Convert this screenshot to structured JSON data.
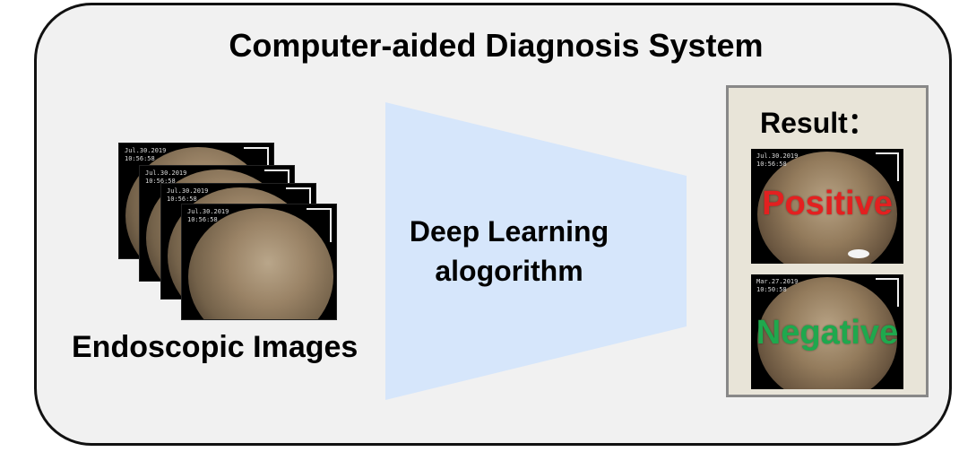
{
  "title": "Computer-aided Diagnosis System",
  "input": {
    "label": "Endoscopic Images",
    "image_meta": [
      "Jul.30.2019",
      "10:56:58"
    ]
  },
  "algorithm": {
    "line1": "Deep Learning",
    "line2": "alogorithm",
    "color": "#d6e6fb"
  },
  "result": {
    "title": "Result：",
    "positive": {
      "label": "Positive",
      "color": "#e32020",
      "meta": [
        "Jul.30.2019",
        "10:56:58"
      ]
    },
    "negative": {
      "label": "Negative",
      "color": "#1fa84d",
      "meta": [
        "Mar.27.2019",
        "10:50:58"
      ]
    }
  }
}
